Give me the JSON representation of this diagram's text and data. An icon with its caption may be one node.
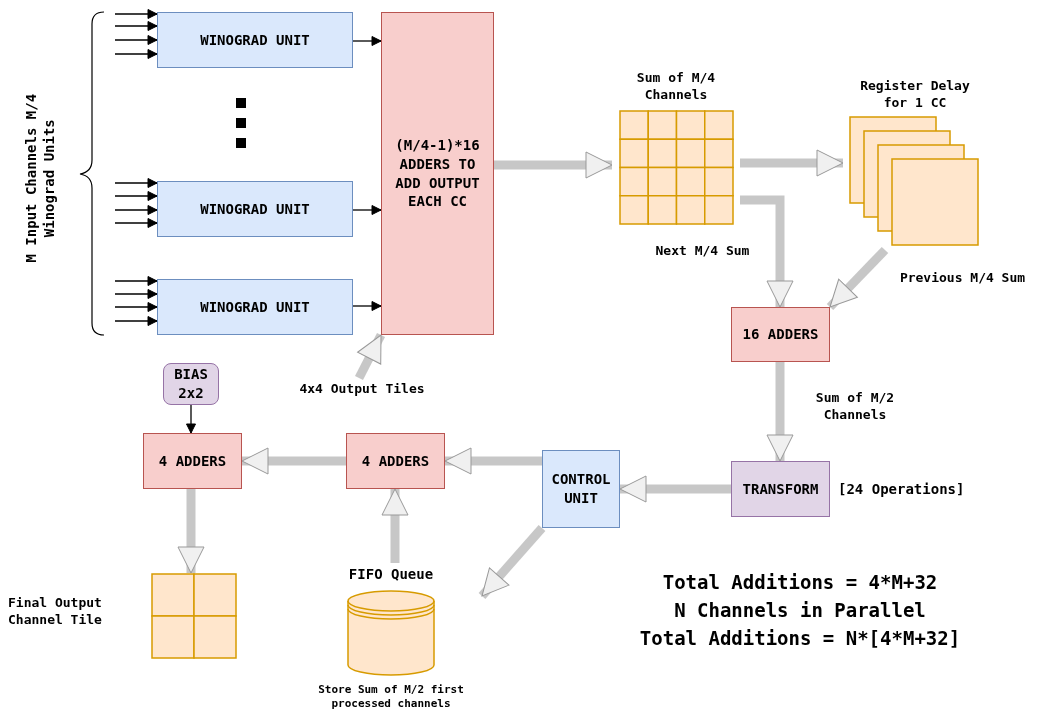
{
  "diagram": {
    "nodes": [
      {
        "text": [
          "WINOGRAD UNIT"
        ]
      },
      {
        "text": [
          "WINOGRAD UNIT"
        ]
      },
      {
        "text": [
          "WINOGRAD UNIT"
        ]
      },
      {
        "text": [
          "(M/4-1)*16 ADDERS TO ADD OUTPUT EACH CC"
        ]
      },
      {
        "text": [
          "Sum of M/4 Channels"
        ]
      },
      {
        "text": [
          "Register Delay for 1 CC"
        ]
      },
      {
        "text": [
          "16 ADDERS"
        ]
      },
      {
        "text": [
          "TRANSFORM"
        ],
        "beside": [
          "[24 Operations]"
        ]
      },
      {
        "text": [
          "CONTROL UNIT"
        ]
      },
      {
        "text": [
          "4 ADDERS"
        ]
      },
      {
        "text": [
          "4 ADDERS"
        ]
      },
      {
        "text": [
          "BIAS 2x2"
        ]
      },
      {
        "text": [
          "Final Output Channel Tile"
        ]
      },
      {
        "text": [
          "FIFO Queue",
          "Store Sum of M/2 first processed channels"
        ]
      }
    ],
    "edges": [
      {
        "from": null,
        "to": 0,
        "arrow": "to"
      },
      {
        "from": null,
        "to": 0,
        "arrow": "to"
      },
      {
        "from": null,
        "to": 0,
        "arrow": "to"
      },
      {
        "from": null,
        "to": 0,
        "arrow": "to"
      },
      {
        "from": null,
        "to": 1,
        "arrow": "to"
      },
      {
        "from": null,
        "to": 1,
        "arrow": "to"
      },
      {
        "from": null,
        "to": 1,
        "arrow": "to"
      },
      {
        "from": null,
        "to": 1,
        "arrow": "to"
      },
      {
        "from": null,
        "to": 2,
        "arrow": "to"
      },
      {
        "from": null,
        "to": 2,
        "arrow": "to"
      },
      {
        "from": null,
        "to": 2,
        "arrow": "to"
      },
      {
        "from": null,
        "to": 2,
        "arrow": "to"
      },
      {
        "from": 0,
        "to": 3,
        "arrow": "to"
      },
      {
        "from": 1,
        "to": 3,
        "arrow": "to"
      },
      {
        "from": 2,
        "to": 3,
        "arrow": "to"
      },
      {
        "from": null,
        "to": 3,
        "arrow": "to",
        "label": "4x4 Output Tiles",
        "style": "thick",
        "color": "#999999"
      },
      {
        "from": 3,
        "to": 4,
        "arrow": "to",
        "style": "thick",
        "color": "#999999"
      },
      {
        "from": 4,
        "to": 5,
        "arrow": "to",
        "style": "thick",
        "color": "#999999"
      },
      {
        "from": 4,
        "to": 6,
        "arrow": "to",
        "label": "Next M/4 Sum",
        "style": "thick",
        "color": "#999999"
      },
      {
        "from": 5,
        "to": 6,
        "arrow": "to",
        "label": "Previous M/4 Sum",
        "style": "thick",
        "color": "#999999"
      },
      {
        "from": 6,
        "to": 7,
        "arrow": "to",
        "label": "Sum of M/2 Channels",
        "style": "thick",
        "color": "#999999"
      },
      {
        "from": 7,
        "to": 8,
        "arrow": "to",
        "style": "thick",
        "color": "#999999"
      },
      {
        "from": 8,
        "to": 9,
        "arrow": "to",
        "style": "thick",
        "color": "#999999"
      },
      {
        "from": 8,
        "to": 13,
        "arrow": "to",
        "style": "thick",
        "color": "#999999"
      },
      {
        "from": 13,
        "to": 9,
        "arrow": "to",
        "style": "thick",
        "color": "#999999"
      },
      {
        "from": 9,
        "to": 10,
        "arrow": "to",
        "style": "thick",
        "color": "#999999"
      },
      {
        "from": 11,
        "to": 10,
        "arrow": "to"
      },
      {
        "from": 10,
        "to": 12,
        "arrow": "to",
        "style": "thick",
        "color": "#999999"
      }
    ],
    "labels": [
      "M Input Channels M/4 Winograd Units",
      "Total Additions = 4*M+32",
      "N Channels in Parallel",
      "Total Additions = N*[4*M+32]"
    ]
  }
}
